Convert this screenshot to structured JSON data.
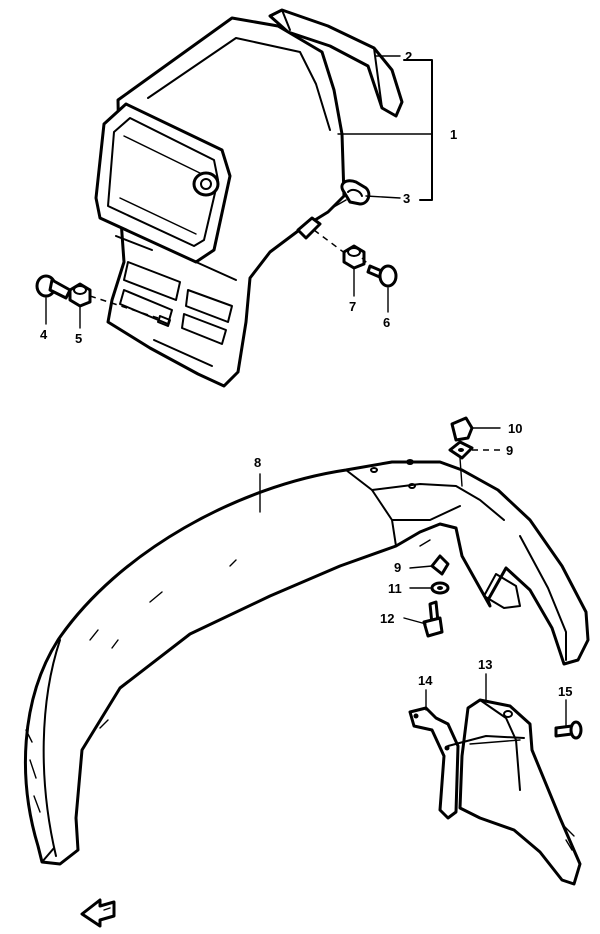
{
  "callouts": {
    "c1": "1",
    "c2": "2",
    "c3": "3",
    "c4": "4",
    "c5": "5",
    "c6": "6",
    "c7": "7",
    "c8": "8",
    "c9a": "9",
    "c9b": "9",
    "c10": "10",
    "c11": "11",
    "c12": "12",
    "c13": "13",
    "c14": "14",
    "c15": "15"
  },
  "colors": {
    "line": "#000000",
    "background": "#ffffff"
  },
  "icons": {
    "direction_marker": "front-arrow-icon"
  }
}
